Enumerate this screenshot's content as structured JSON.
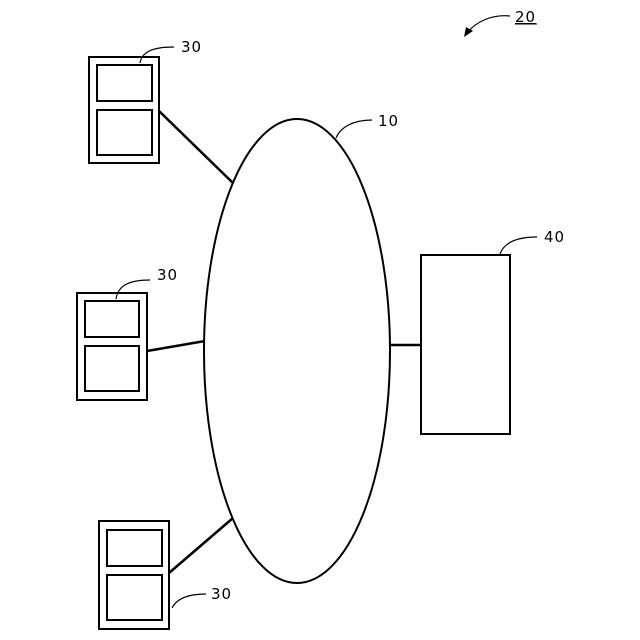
{
  "labels": {
    "figure_ref": "20",
    "network_ref": "10",
    "terminal_top_ref": "30",
    "terminal_middle_ref": "30",
    "terminal_bottom_ref": "30",
    "server_ref": "40"
  }
}
